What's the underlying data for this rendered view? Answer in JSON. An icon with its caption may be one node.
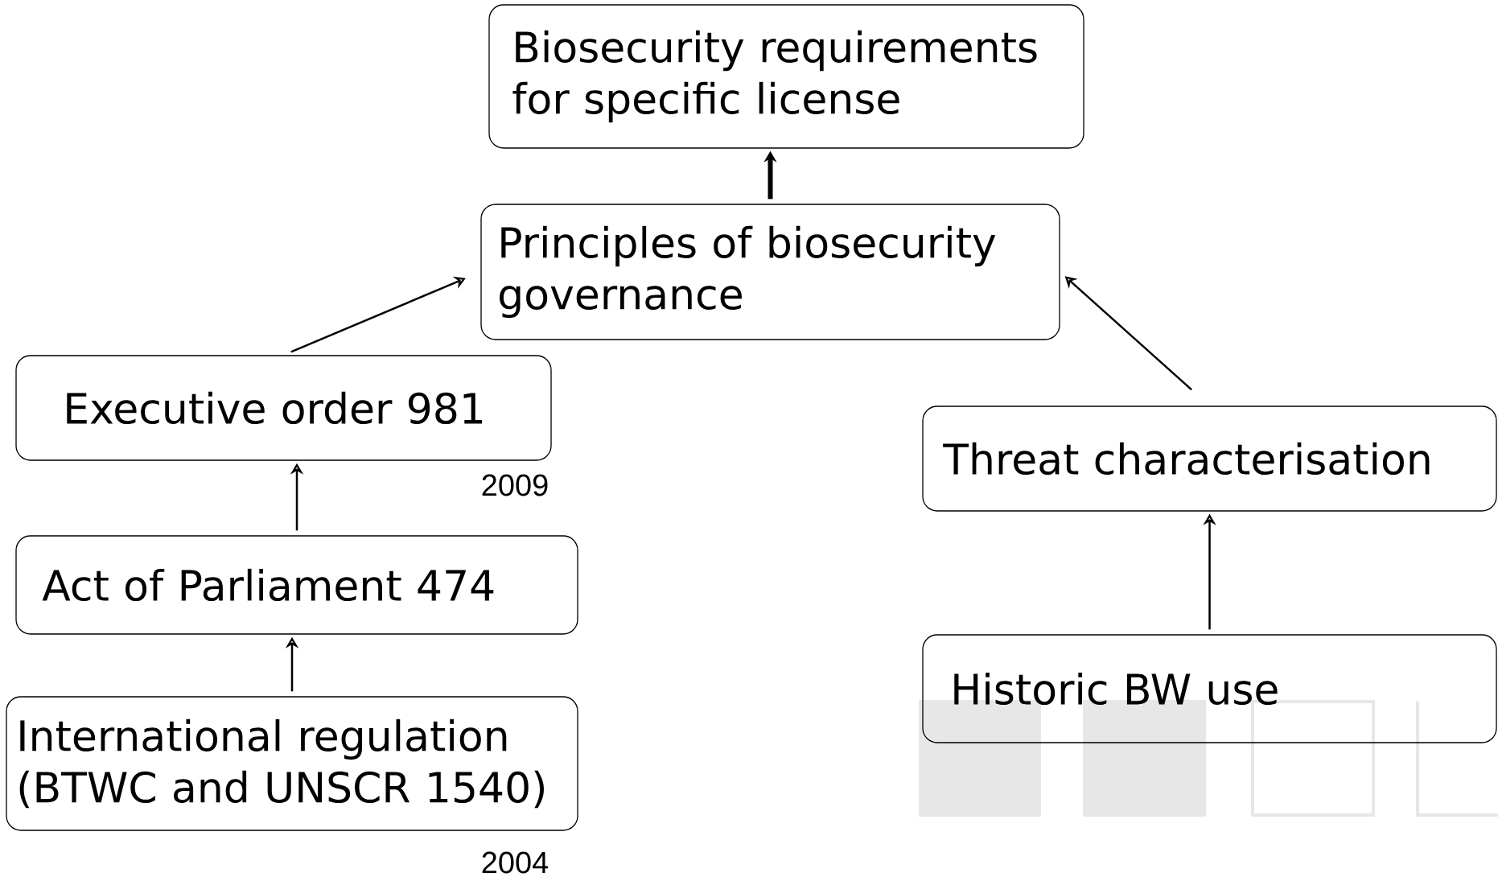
{
  "diagram": {
    "nodes": [
      {
        "text": [
          "Biosecurity requirements for specific license"
        ]
      },
      {
        "text": [
          "Principles of biosecurity governance"
        ]
      },
      {
        "text": [
          "Executive order 981"
        ],
        "beside": [
          "2009"
        ]
      },
      {
        "text": [
          "Act of Parliament 474"
        ]
      },
      {
        "text": [
          "International regulation (BTWC and UNSCR 1540)"
        ],
        "beside": [
          "2004"
        ]
      },
      {
        "text": [
          "Threat characterisation"
        ]
      },
      {
        "text": [
          "Historic BW use"
        ]
      }
    ],
    "edges": [
      {
        "from": 1,
        "to": 0,
        "arrow": "to",
        "style": "thick"
      },
      {
        "from": 2,
        "to": 1,
        "arrow": "to"
      },
      {
        "from": 5,
        "to": 1,
        "arrow": "to"
      },
      {
        "from": 3,
        "to": 2,
        "arrow": "to"
      },
      {
        "from": 4,
        "to": 3,
        "arrow": "to"
      },
      {
        "from": 6,
        "to": 5,
        "arrow": "to"
      }
    ]
  }
}
